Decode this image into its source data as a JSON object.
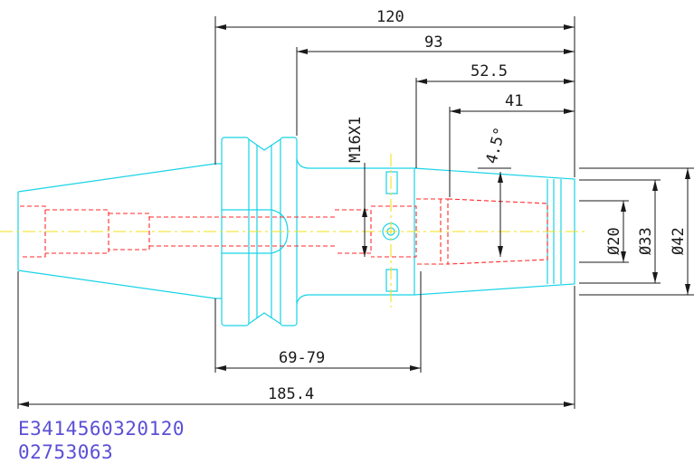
{
  "dimensions": {
    "d120": "120",
    "d93": "93",
    "d52_5": "52.5",
    "d41": "41",
    "d69_79": "69-79",
    "d185_4": "185.4",
    "thread": "M16X1",
    "angle": "4.5°",
    "dia20": "Ø20",
    "dia33": "Ø33",
    "dia42": "Ø42"
  },
  "codes": {
    "line1": "E3414560320120",
    "line2": "02753063"
  },
  "colors": {
    "outline": "#19d3e6",
    "hidden": "#ff2a2a",
    "centerline": "#f2e21a",
    "dimension": "#1a1a1a",
    "code_text": "#5a4fd6"
  }
}
